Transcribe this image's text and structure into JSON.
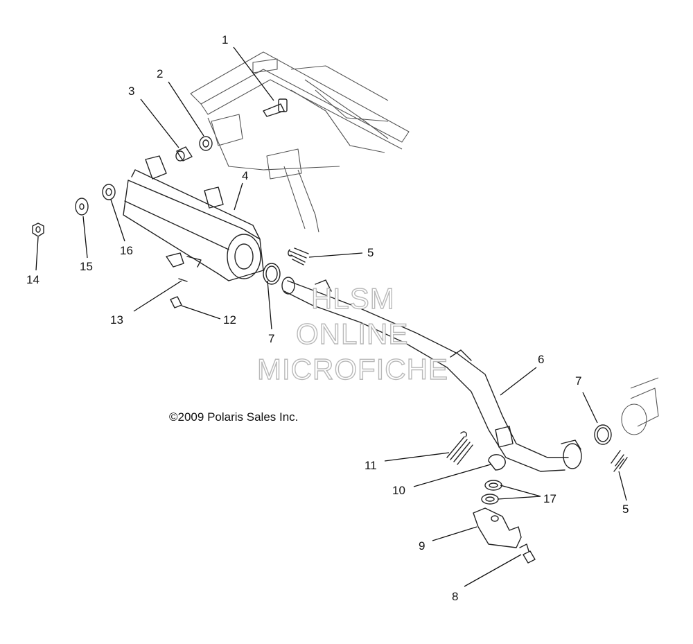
{
  "copyright": "©2009 Polaris Sales Inc.",
  "watermark": [
    "HLSM",
    "ONLINE",
    "MICROFICHE"
  ],
  "callouts": [
    "1",
    "2",
    "3",
    "4",
    "5",
    "5",
    "6",
    "7",
    "7",
    "8",
    "9",
    "10",
    "11",
    "12",
    "13",
    "14",
    "15",
    "16",
    "17"
  ]
}
